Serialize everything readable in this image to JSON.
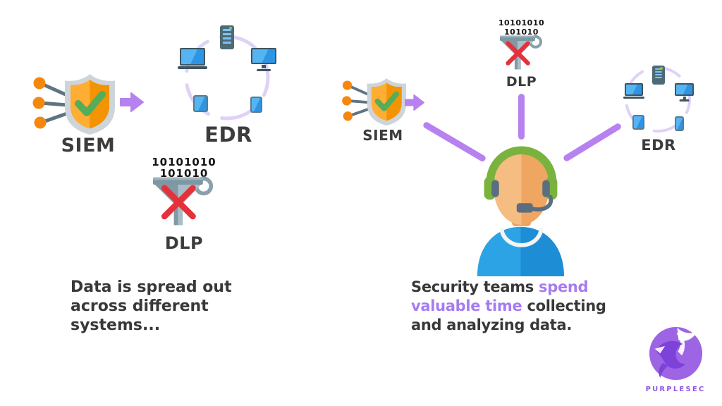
{
  "left": {
    "siem_label": "SIEM",
    "edr_label": "EDR",
    "dlp_label": "DLP",
    "binary_line1": "10101010",
    "binary_line2": "101010",
    "caption": "Data is spread out\nacross different\nsystems..."
  },
  "right": {
    "siem_label": "SIEM",
    "edr_label": "EDR",
    "dlp_label": "DLP",
    "binary_line1": "10101010",
    "binary_line2": "101010",
    "caption": {
      "l1_dark": "Security teams ",
      "l1_purple": "spend",
      "l2_purple": "valuable time",
      "l2_dark": " collecting",
      "l3_dark": "and analyzing data."
    }
  },
  "logo": {
    "brand": "PURPLESEC"
  },
  "icons": {
    "siem": "shield-check-icon",
    "edr": "device-network-icon",
    "dlp": "funnel-x-icon",
    "analyst": "support-agent-icon",
    "flow": "arrow-right-icon",
    "brand": "purplesec-dragon-icon"
  },
  "colors": {
    "accent_purple": "#b781ef",
    "highlight_text_purple": "#a57bf2",
    "text_dark": "#383838",
    "shield_orange": "#f39404",
    "shield_orange_light": "#ffad33",
    "check_green": "#55ad5a",
    "headset_green": "#79b33e",
    "device_blue": "#3fa9f5",
    "slate_gray": "#5b6e7f",
    "funnel_gray": "#8aa0ac",
    "error_red": "#e4313b",
    "arc_lavender": "#dfd2f8",
    "logo_purple": "#9d64e4",
    "background": "#ffffff"
  }
}
